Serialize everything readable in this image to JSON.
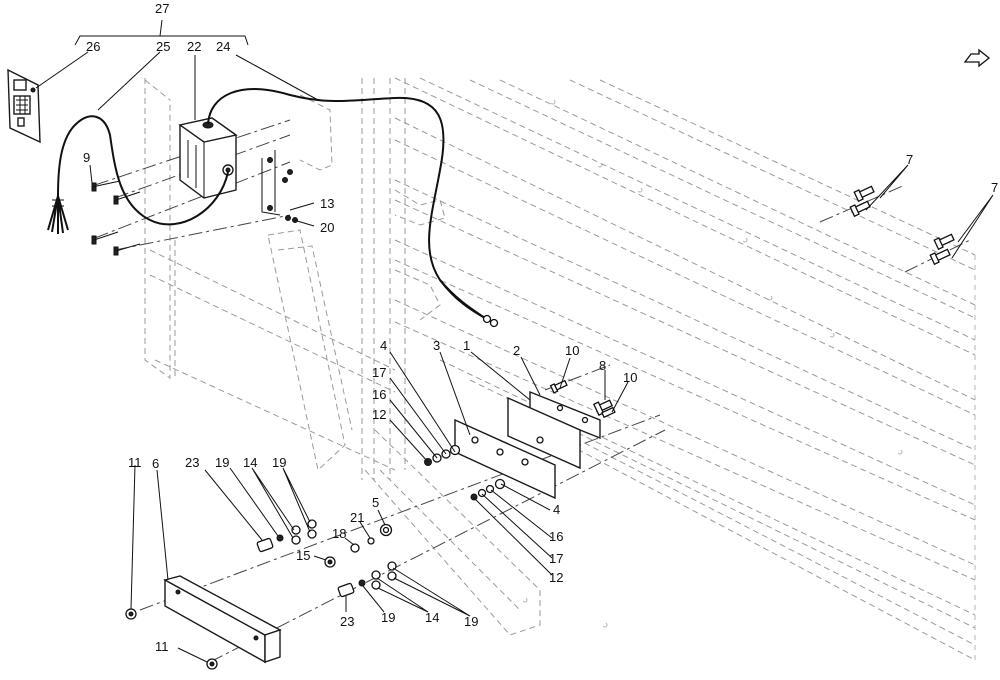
{
  "diagram": {
    "callouts": {
      "c27": "27",
      "c26": "26",
      "c25": "25",
      "c22": "22",
      "c24": "24",
      "c9": "9",
      "c13": "13",
      "c20": "20",
      "c7a": "7",
      "c7b": "7",
      "c4a": "4",
      "c3": "3",
      "c1": "1",
      "c2": "2",
      "c10a": "10",
      "c8": "8",
      "c10b": "10",
      "c17a": "17",
      "c16a": "16",
      "c12a": "12",
      "c11a": "11",
      "c6": "6",
      "c23a": "23",
      "c19a": "19",
      "c14a": "14",
      "c19b": "19",
      "c5": "5",
      "c21": "21",
      "c18": "18",
      "c15": "15",
      "c4b": "4",
      "c16b": "16",
      "c17b": "17",
      "c12b": "12",
      "c23b": "23",
      "c19c": "19",
      "c14b": "14",
      "c19d": "19",
      "c11b": "11"
    },
    "icons": {
      "next_page": "next-page-arrow-icon"
    }
  }
}
